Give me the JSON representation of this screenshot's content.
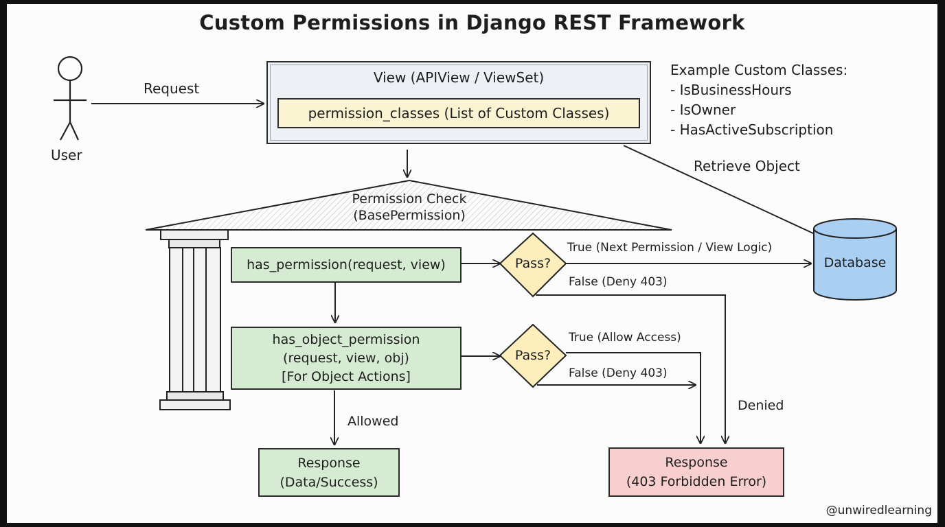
{
  "title": "Custom Permissions in Django REST Framework",
  "user": {
    "label": "User"
  },
  "request_label": "Request",
  "view": {
    "title": "View (APIView / ViewSet)",
    "permission_classes": "permission_classes (List of Custom Classes)"
  },
  "examples": {
    "heading": "Example Custom Classes:",
    "items": [
      "- IsBusinessHours",
      "- IsOwner",
      "- HasActiveSubscription"
    ]
  },
  "retrieve_label": "Retrieve Object",
  "database_label": "Database",
  "permission_check": {
    "line1": "Permission Check",
    "line2": "(BasePermission)"
  },
  "has_permission": "has_permission(request, view)",
  "has_object_permission": {
    "line1": "has_object_permission",
    "line2": "(request, view, obj)",
    "line3": "[For Object Actions]"
  },
  "pass_label": "Pass?",
  "edges": {
    "true_next": "True (Next Permission / View Logic)",
    "false_deny_1": "False (Deny 403)",
    "true_allow": "True (Allow Access)",
    "false_deny_2": "False (Deny 403)",
    "allowed": "Allowed",
    "denied": "Denied"
  },
  "response_success": {
    "line1": "Response",
    "line2": "(Data/Success)"
  },
  "response_error": {
    "line1": "Response",
    "line2": "(403 Forbidden Error)"
  },
  "watermark": "@unwiredlearning",
  "colors": {
    "green": "#d6ecd2",
    "red": "#f8cfcf",
    "yellow": "#fdeebb",
    "blue": "#a9cff3",
    "view_bg": "#edf1f5"
  }
}
